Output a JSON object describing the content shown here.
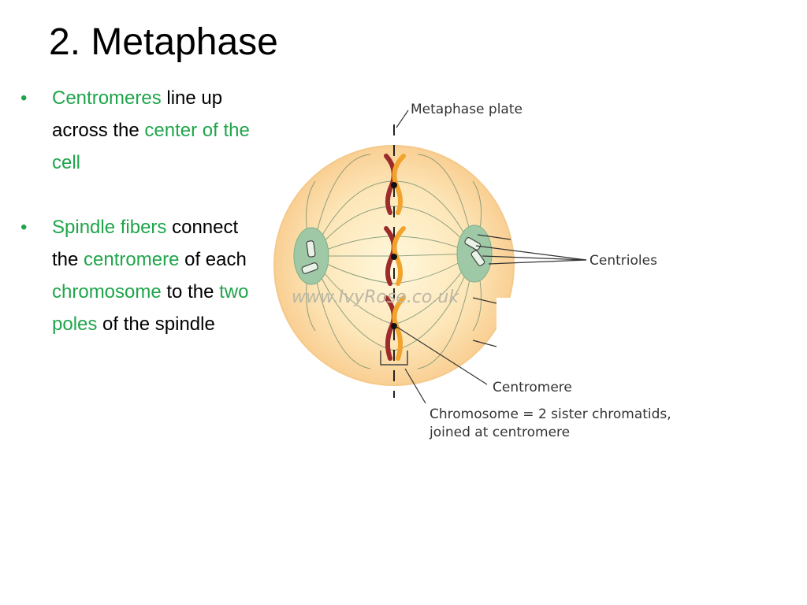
{
  "slide": {
    "title": "2. Metaphase",
    "bullets": [
      {
        "parts": [
          {
            "text": "Centromeres",
            "highlight": true
          },
          {
            "text": " line up across the ",
            "highlight": false
          },
          {
            "text": "center of the cell",
            "highlight": true
          }
        ]
      },
      {
        "parts": [
          {
            "text": "Spindle fibers",
            "highlight": true
          },
          {
            "text": " connect the ",
            "highlight": false
          },
          {
            "text": "centromere",
            "highlight": true
          },
          {
            "text": " of each ",
            "highlight": false
          },
          {
            "text": "chromosome",
            "highlight": true
          },
          {
            "text": " to the ",
            "highlight": false
          },
          {
            "text": "two poles",
            "highlight": true
          },
          {
            "text": " of the spindle",
            "highlight": false
          }
        ]
      }
    ]
  },
  "diagram": {
    "labels": {
      "metaphase_plate": "Metaphase plate",
      "centrioles": "Centrioles",
      "centromere": "Centromere",
      "chromosome_line1": "Chromosome = 2 sister chromatids,",
      "chromosome_line2": "joined at centromere"
    },
    "watermark": "www.IvyRose.co.uk"
  },
  "colors": {
    "accent": "#1fa54b",
    "cell_fill": "#fbd9a6",
    "cell_center": "#fff6d9",
    "chromatid_dark": "#9c2c2c",
    "chromatid_light": "#f2a32c",
    "centrosome": "#9fc9a6"
  }
}
